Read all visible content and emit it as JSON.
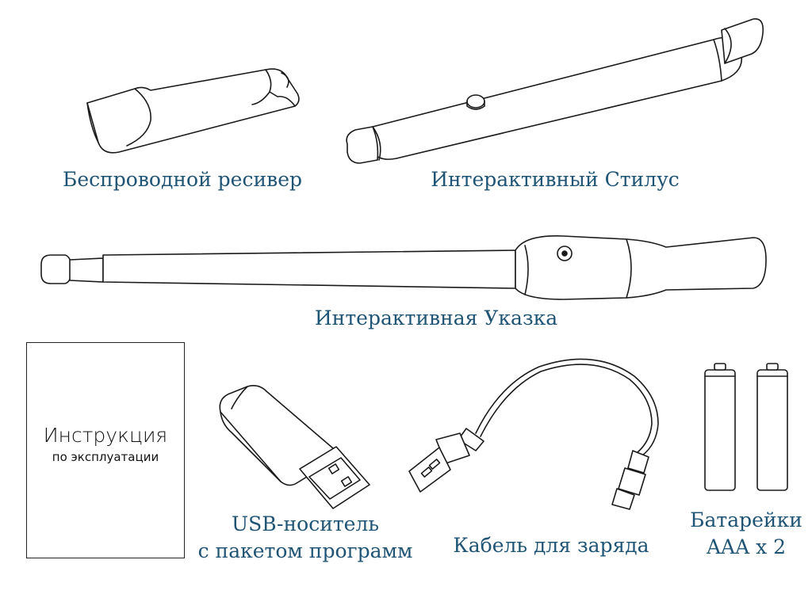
{
  "items": {
    "receiver": {
      "label": "Беспроводной ресивер",
      "icon": "usb-receiver-icon"
    },
    "stylus": {
      "label": "Интерактивный Стилус",
      "icon": "stylus-pen-icon"
    },
    "pointer": {
      "label": "Интерактивная Указка",
      "icon": "telescopic-pointer-icon"
    },
    "manual": {
      "title": "Инструкция",
      "subtitle": "по эксплуатации"
    },
    "usb_drive": {
      "label_line1": "USB-носитель",
      "label_line2": "с пакетом программ",
      "icon": "usb-flash-drive-icon"
    },
    "cable": {
      "label": "Кабель для заряда",
      "icon": "charging-cable-icon"
    },
    "batteries": {
      "label_line1": "Батарейки",
      "label_line2": "AAA x 2",
      "icon": "battery-icon"
    }
  },
  "colors": {
    "label": "#1f5475",
    "outline": "#1a1a1a"
  }
}
